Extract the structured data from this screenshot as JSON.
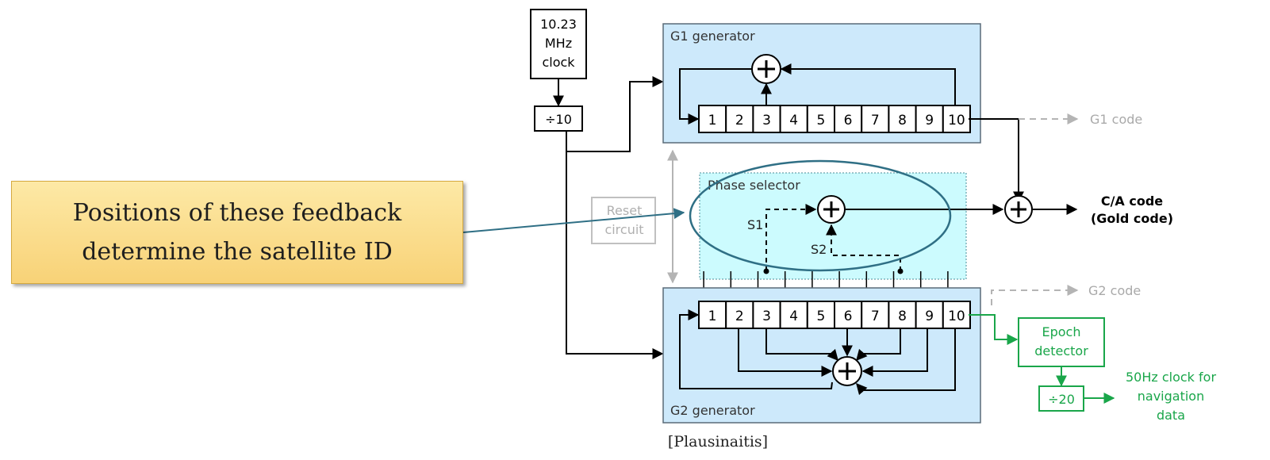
{
  "callout": {
    "line1": "Positions of these feedback",
    "line2": "determine the satellite ID"
  },
  "clock": {
    "line1": "10.23",
    "line2": "MHz",
    "line3": "clock"
  },
  "divider10": "÷10",
  "g1": {
    "title": "G1 generator",
    "cells": [
      "1",
      "2",
      "3",
      "4",
      "5",
      "6",
      "7",
      "8",
      "9",
      "10"
    ],
    "output_label": "G1 code"
  },
  "phase_selector": {
    "title": "Phase selector",
    "s1": "S1",
    "s2": "S2"
  },
  "reset": {
    "line1": "Reset",
    "line2": "circuit"
  },
  "ca_code": {
    "line1": "C/A code",
    "line2": "(Gold code)"
  },
  "g2": {
    "title": "G2 generator",
    "cells": [
      "1",
      "2",
      "3",
      "4",
      "5",
      "6",
      "7",
      "8",
      "9",
      "10"
    ],
    "output_label": "G2 code"
  },
  "epoch": {
    "line1": "Epoch",
    "line2": "detector"
  },
  "divider20": "÷20",
  "nav_clock": {
    "line1": "50Hz clock for",
    "line2": "navigation",
    "line3": "data"
  },
  "citation": "[Plausinaitis]",
  "colors": {
    "generator_fill": "#cde9fb",
    "phase_fill": "#ccfbfe",
    "green": "#1aa64a",
    "gray": "#b4b4b4",
    "callout_line": "#2f6f85"
  }
}
